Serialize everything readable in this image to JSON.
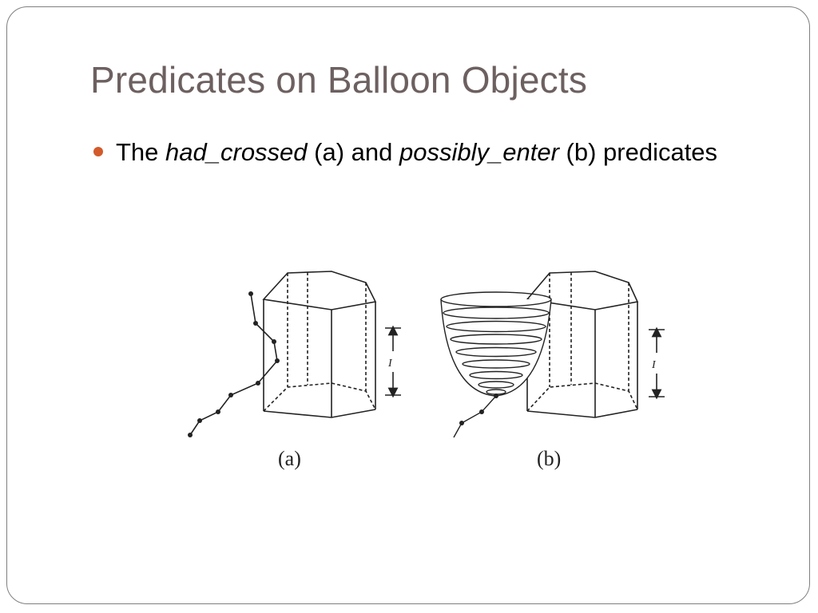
{
  "slide": {
    "title": "Predicates on Balloon Objects",
    "bullet": {
      "text_1": "The ",
      "italic_1": "had_crossed",
      "text_2": " (a) and ",
      "italic_2": "possibly_enter",
      "text_3": " (b) predicates"
    },
    "figure": {
      "label_a": "(a)",
      "label_b": "(b)",
      "interval_label_a": "I",
      "interval_label_b": "I"
    },
    "colors": {
      "title": "#6d6060",
      "bullet": "#d35a2a",
      "border": "#7f7f7f"
    }
  }
}
